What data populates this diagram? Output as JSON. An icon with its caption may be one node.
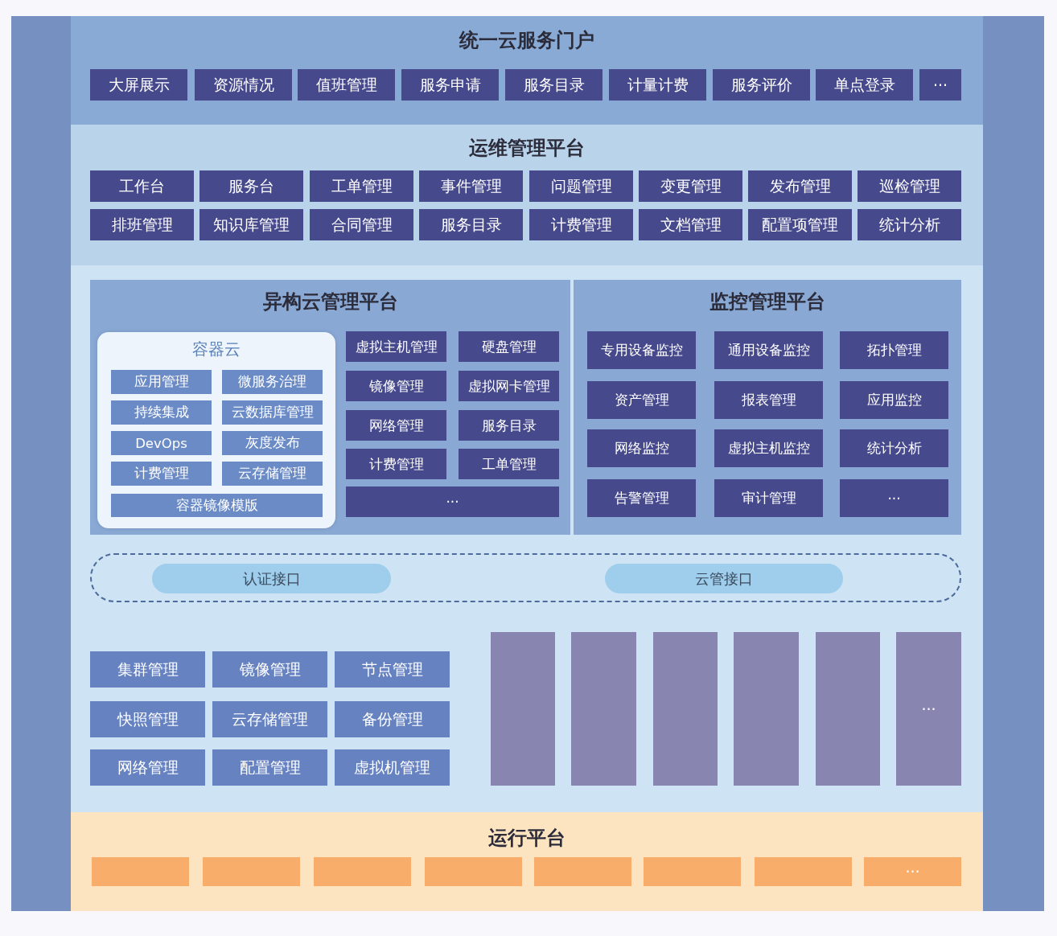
{
  "diagram": {
    "nodes": [
      {
        "text": [
          "统一云服务门户"
        ]
      },
      {
        "text": [
          "大屏展示"
        ],
        "in": 0
      },
      {
        "text": [
          "资源情况"
        ],
        "in": 0
      },
      {
        "text": [
          "值班管理"
        ],
        "in": 0
      },
      {
        "text": [
          "服务申请"
        ],
        "in": 0
      },
      {
        "text": [
          "服务目录"
        ],
        "in": 0
      },
      {
        "text": [
          "计量计费"
        ],
        "in": 0
      },
      {
        "text": [
          "服务评价"
        ],
        "in": 0
      },
      {
        "text": [
          "单点登录"
        ],
        "in": 0
      },
      {
        "text": [
          "···"
        ],
        "in": 0
      },
      {
        "text": [
          "运维管理平台"
        ]
      },
      {
        "text": [
          "工作台"
        ],
        "in": 10
      },
      {
        "text": [
          "服务台"
        ],
        "in": 10
      },
      {
        "text": [
          "工单管理"
        ],
        "in": 10
      },
      {
        "text": [
          "事件管理"
        ],
        "in": 10
      },
      {
        "text": [
          "问题管理"
        ],
        "in": 10
      },
      {
        "text": [
          "变更管理"
        ],
        "in": 10
      },
      {
        "text": [
          "发布管理"
        ],
        "in": 10
      },
      {
        "text": [
          "巡检管理"
        ],
        "in": 10
      },
      {
        "text": [
          "排班管理"
        ],
        "in": 10
      },
      {
        "text": [
          "知识库管理"
        ],
        "in": 10
      },
      {
        "text": [
          "合同管理"
        ],
        "in": 10
      },
      {
        "text": [
          "服务目录"
        ],
        "in": 10
      },
      {
        "text": [
          "计费管理"
        ],
        "in": 10
      },
      {
        "text": [
          "文档管理"
        ],
        "in": 10
      },
      {
        "text": [
          "配置项管理"
        ],
        "in": 10
      },
      {
        "text": [
          "统计分析"
        ],
        "in": 10
      },
      {
        "text": [
          "异构云管理平台"
        ]
      },
      {
        "text": [
          "容器云"
        ],
        "in": 27
      },
      {
        "text": [
          "应用管理"
        ],
        "in": 28
      },
      {
        "text": [
          "微服务治理"
        ],
        "in": 28
      },
      {
        "text": [
          "持续集成"
        ],
        "in": 28
      },
      {
        "text": [
          "云数据库管理"
        ],
        "in": 28
      },
      {
        "text": [
          "DevOps"
        ],
        "in": 28
      },
      {
        "text": [
          "灰度发布"
        ],
        "in": 28
      },
      {
        "text": [
          "计费管理"
        ],
        "in": 28
      },
      {
        "text": [
          "云存储管理"
        ],
        "in": 28
      },
      {
        "text": [
          "容器镜像模版"
        ],
        "in": 28
      },
      {
        "text": [
          "虚拟主机管理"
        ],
        "in": 27
      },
      {
        "text": [
          "硬盘管理"
        ],
        "in": 27
      },
      {
        "text": [
          "镜像管理"
        ],
        "in": 27
      },
      {
        "text": [
          "虚拟网卡管理"
        ],
        "in": 27
      },
      {
        "text": [
          "网络管理"
        ],
        "in": 27
      },
      {
        "text": [
          "服务目录"
        ],
        "in": 27
      },
      {
        "text": [
          "计费管理"
        ],
        "in": 27
      },
      {
        "text": [
          "工单管理"
        ],
        "in": 27
      },
      {
        "text": [
          "···"
        ],
        "in": 27
      },
      {
        "text": [
          "监控管理平台"
        ]
      },
      {
        "text": [
          "专用设备监控"
        ],
        "in": 47
      },
      {
        "text": [
          "通用设备监控"
        ],
        "in": 47
      },
      {
        "text": [
          "拓扑管理"
        ],
        "in": 47
      },
      {
        "text": [
          "资产管理"
        ],
        "in": 47
      },
      {
        "text": [
          "报表管理"
        ],
        "in": 47
      },
      {
        "text": [
          "应用监控"
        ],
        "in": 47
      },
      {
        "text": [
          "网络监控"
        ],
        "in": 47
      },
      {
        "text": [
          "虚拟主机监控"
        ],
        "in": 47
      },
      {
        "text": [
          "统计分析"
        ],
        "in": 47
      },
      {
        "text": [
          "告警管理"
        ],
        "in": 47
      },
      {
        "text": [
          "审计管理"
        ],
        "in": 47
      },
      {
        "text": [
          "···"
        ],
        "in": 47
      },
      {
        "text": [],
        "shape": "box"
      },
      {
        "text": [
          "认证接口"
        ],
        "in": 60
      },
      {
        "text": [
          "云管接口"
        ],
        "in": 60
      },
      {
        "text": [
          "集群管理"
        ]
      },
      {
        "text": [
          "镜像管理"
        ]
      },
      {
        "text": [
          "节点管理"
        ]
      },
      {
        "text": [
          "快照管理"
        ]
      },
      {
        "text": [
          "云存储管理"
        ]
      },
      {
        "text": [
          "备份管理"
        ]
      },
      {
        "text": [
          "网络管理"
        ]
      },
      {
        "text": [
          "配置管理"
        ]
      },
      {
        "text": [
          "虚拟机管理"
        ]
      },
      {
        "text": [],
        "shape": "box"
      },
      {
        "text": [],
        "shape": "box"
      },
      {
        "text": [],
        "shape": "box"
      },
      {
        "text": [],
        "shape": "box"
      },
      {
        "text": [],
        "shape": "box"
      },
      {
        "text": [
          "···"
        ]
      },
      {
        "text": [
          "运行平台"
        ]
      },
      {
        "text": [],
        "shape": "box",
        "in": 78
      },
      {
        "text": [],
        "shape": "box",
        "in": 78
      },
      {
        "text": [],
        "shape": "box",
        "in": 78
      },
      {
        "text": [],
        "shape": "box",
        "in": 78
      },
      {
        "text": [],
        "shape": "box",
        "in": 78
      },
      {
        "text": [],
        "shape": "box",
        "in": 78
      },
      {
        "text": [],
        "shape": "box",
        "in": 78
      },
      {
        "text": [
          "···"
        ],
        "in": 78
      }
    ]
  }
}
